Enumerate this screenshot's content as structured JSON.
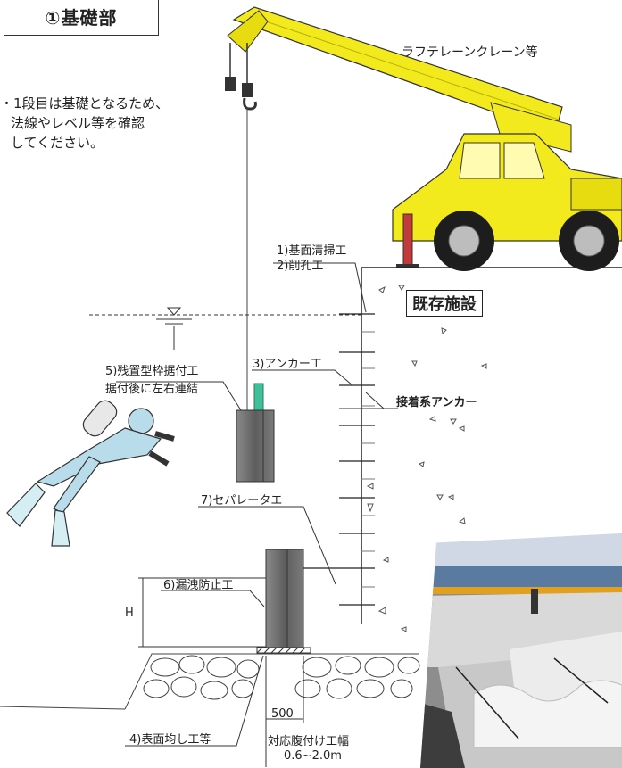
{
  "title": "①基礎部",
  "note_lines": [
    "・1段目は基礎となるため、",
    "法線やレベル等を確認",
    "してください。"
  ],
  "crane_label": "ラフテレーンクレーン等",
  "existing_facility": "既存施設",
  "labels": {
    "step1": "1)基面清掃工",
    "step2": "2)削孔工",
    "step3": "3)アンカー工",
    "anchor": "接着系アンカー",
    "step5a": "5)残置型枠据付工",
    "step5b": "据付後に左右連結",
    "step7": "7)セパレータエ",
    "step6": "6)漏洩防止工",
    "h": "H",
    "step4": "4)表面均し工等",
    "dim500": "500",
    "width_label": "対応腹付け工幅",
    "width_value": "0.6~2.0m"
  },
  "colors": {
    "crane_yellow": "#f2ea1d",
    "block_gray": "#707070",
    "rebar_green": "#3fbf9a",
    "water_line": "#333333",
    "sky": "#cfd8e4",
    "sea": "#5a7aa0"
  }
}
